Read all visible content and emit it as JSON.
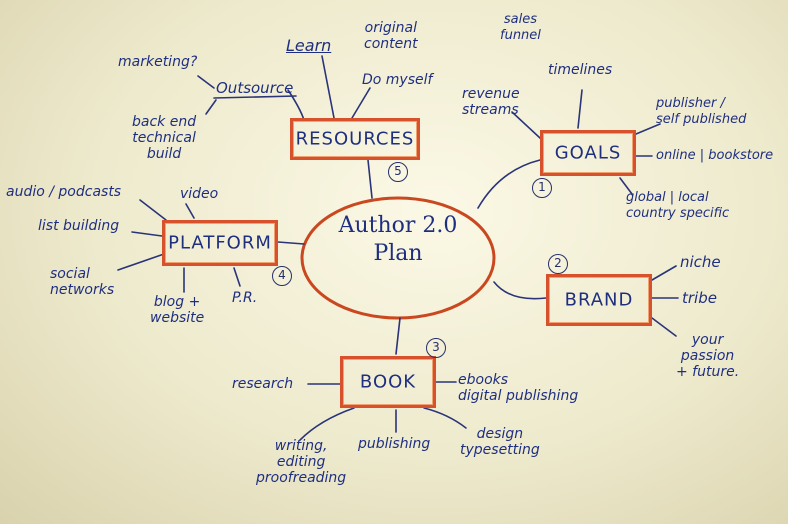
{
  "center": {
    "line1": "Author 2.0",
    "line2": "Plan"
  },
  "nodes": {
    "resources": {
      "label": "RESOURCES",
      "number": "5"
    },
    "goals": {
      "label": "GOALS",
      "number": "1"
    },
    "brand": {
      "label": "BRAND",
      "number": "2"
    },
    "book": {
      "label": "BOOK",
      "number": "3"
    },
    "platform": {
      "label": "PLATFORM",
      "number": "4"
    }
  },
  "resources_branches": {
    "learn": "Learn",
    "original_line1": "original",
    "original_line2": "content",
    "do_myself": "Do myself",
    "outsource": "Outsource",
    "marketing": "marketing?",
    "backend_line1": "back end",
    "backend_line2": "technical",
    "backend_line3": "build"
  },
  "goals_branches": {
    "sales_line1": "sales",
    "sales_line2": "funnel",
    "revenue_line1": "revenue",
    "revenue_line2": "streams",
    "timelines": "timelines",
    "publisher_line1": "publisher /",
    "publisher_line2": "self published",
    "online": "online | bookstore",
    "global_line1": "global | local",
    "global_line2": "country specific"
  },
  "brand_branches": {
    "niche": "niche",
    "tribe": "tribe",
    "passion_line1": "your",
    "passion_line2": "passion",
    "passion_line3": "+ future."
  },
  "book_branches": {
    "research": "research",
    "ebooks_line1": "ebooks",
    "ebooks_line2": "digital publishing",
    "writing_line1": "writing,",
    "writing_line2": "editing",
    "writing_line3": "proofreading",
    "publishing": "publishing",
    "design_line1": "design",
    "design_line2": "typesetting"
  },
  "platform_branches": {
    "audio": "audio / podcasts",
    "video": "video",
    "list_building": "list building",
    "social_line1": "social",
    "social_line2": "networks",
    "blog_line1": "blog +",
    "blog_line2": "website",
    "pr": "P.R."
  }
}
